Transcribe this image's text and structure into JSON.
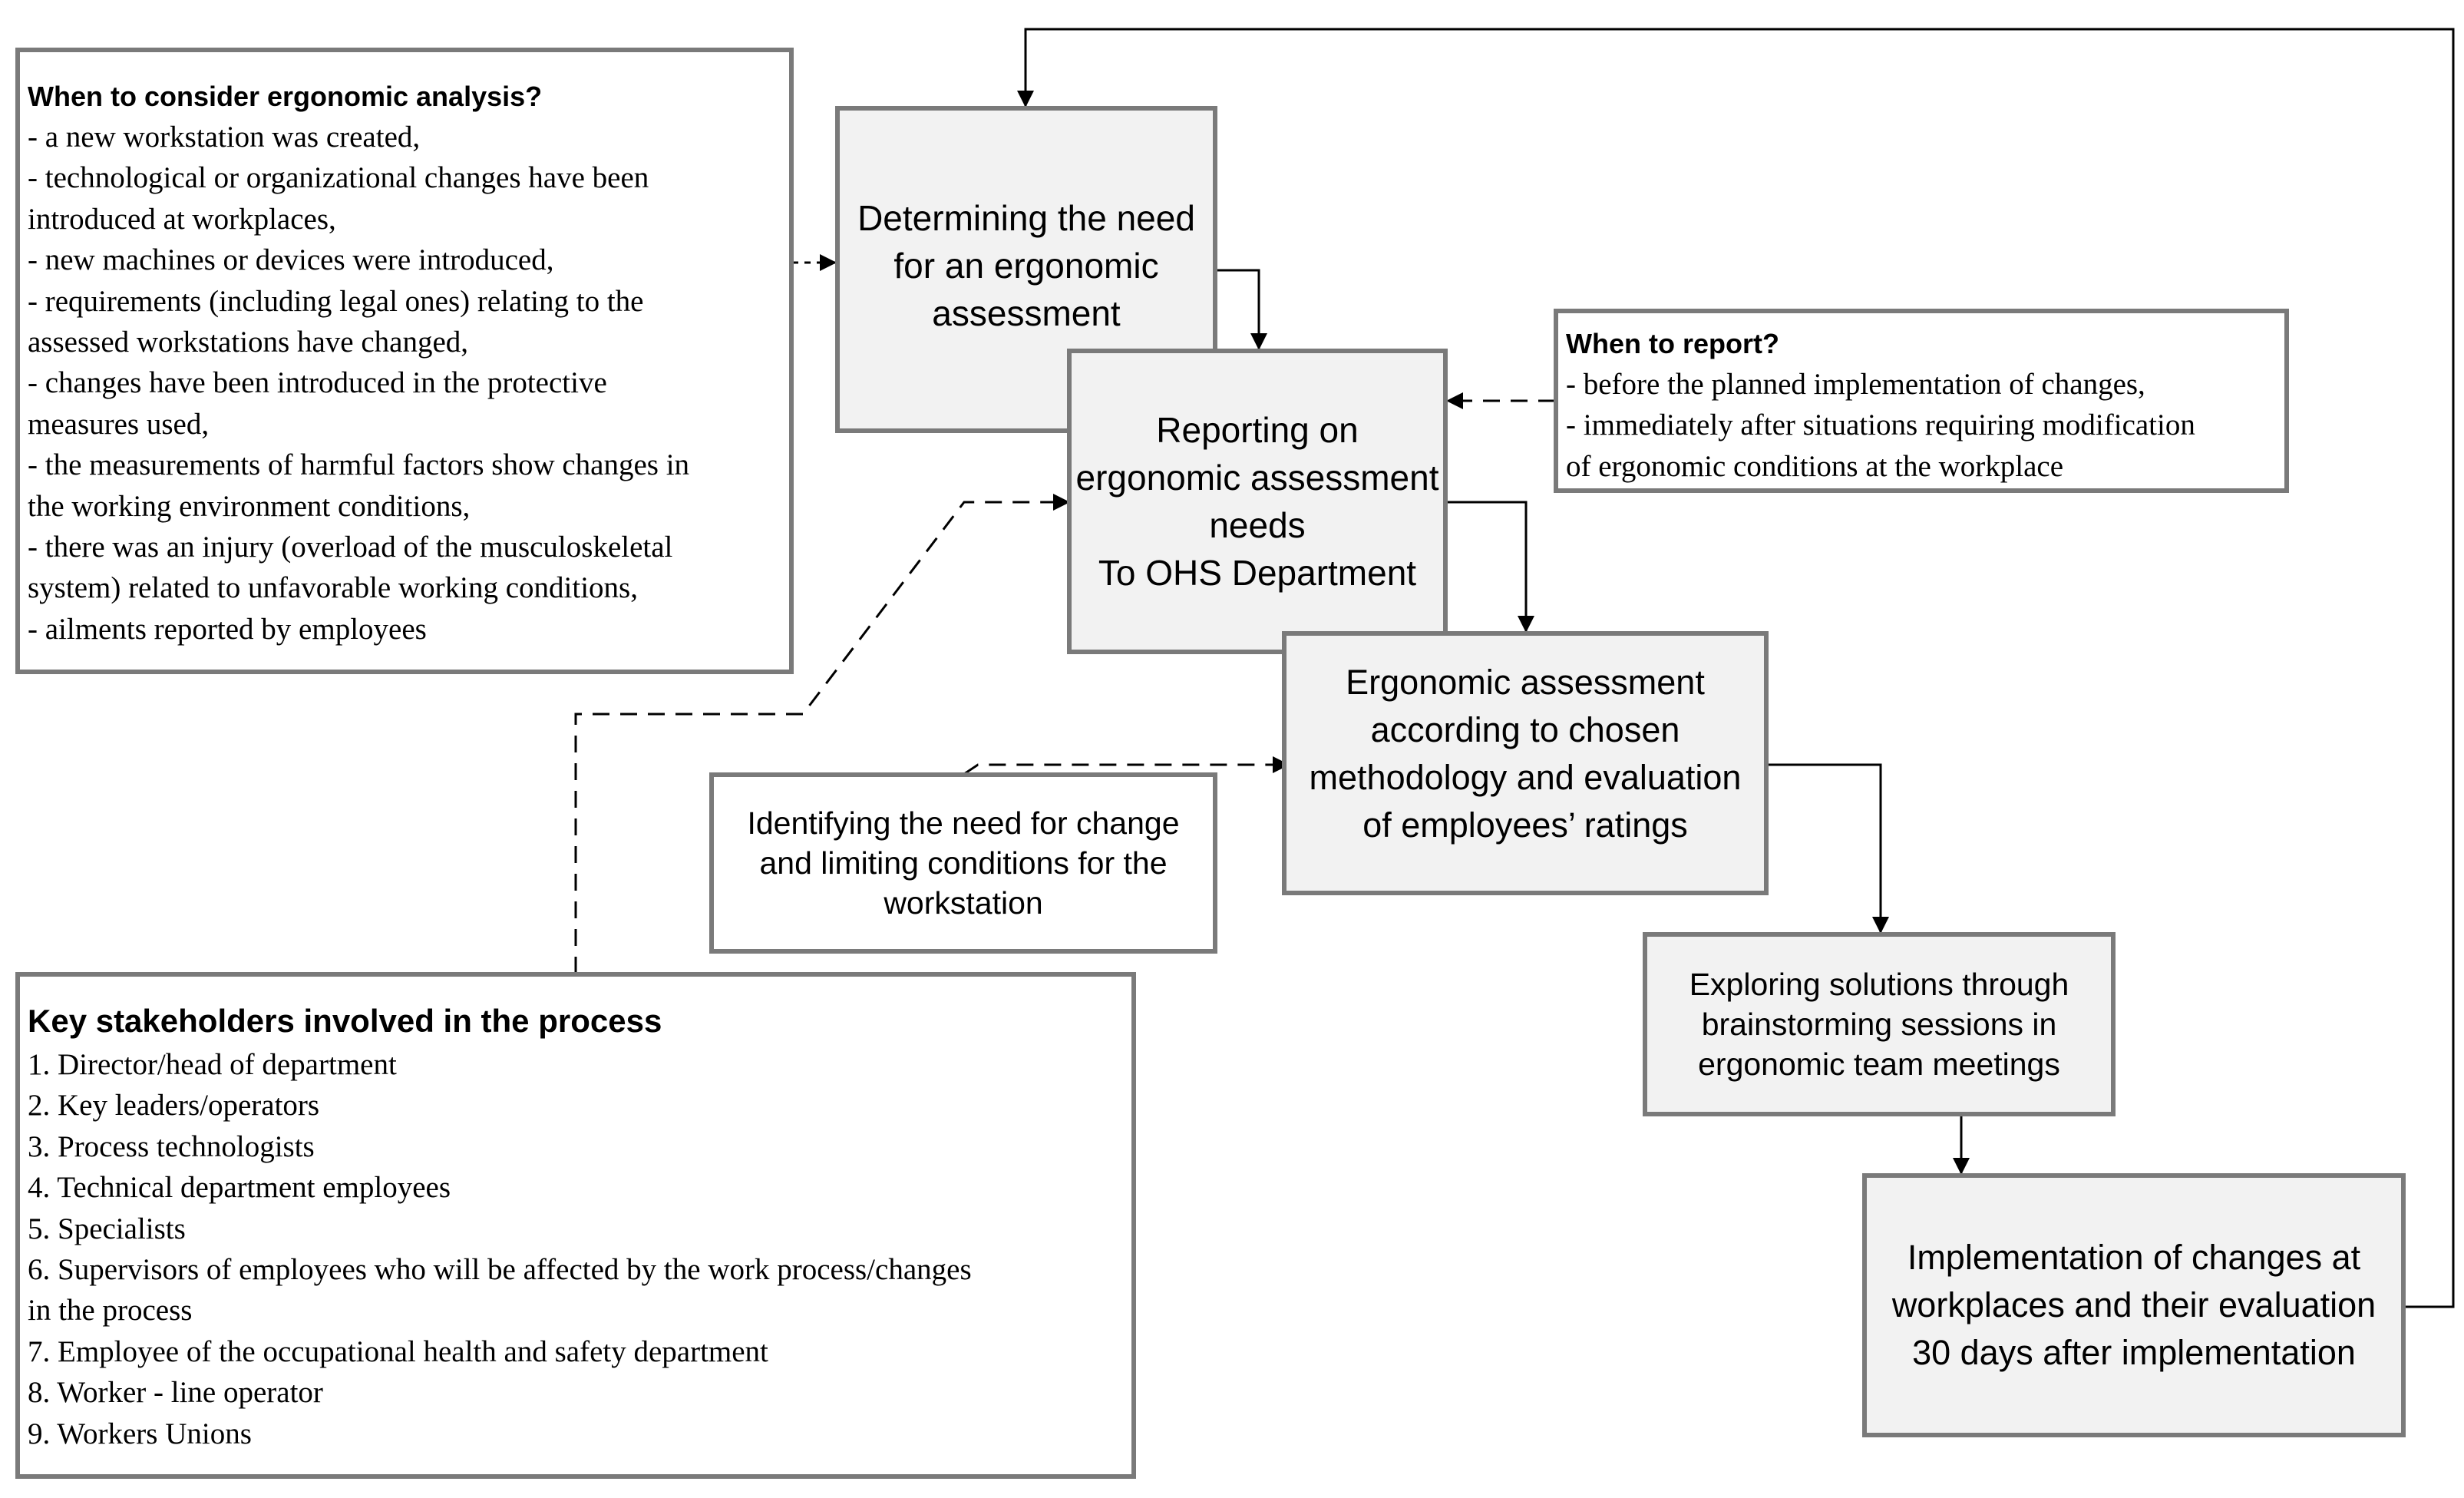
{
  "nodes": {
    "determining_need": {
      "lines": [
        "Determining the need",
        "for an ergonomic",
        "assessment"
      ]
    },
    "reporting": {
      "lines": [
        "Reporting on",
        "ergonomic assessment",
        "needs",
        "To OHS Department"
      ]
    },
    "assessment": {
      "lines": [
        "Ergonomic assessment",
        "according to chosen",
        "methodology and evaluation",
        "of employees’ ratings"
      ]
    },
    "identifying": {
      "lines": [
        "Identifying the need for change",
        "and limiting conditions for the",
        "workstation"
      ]
    },
    "exploring": {
      "lines": [
        "Exploring solutions through",
        "brainstorming sessions in",
        "ergonomic team meetings"
      ]
    },
    "implementation": {
      "lines": [
        "Implementation of changes at",
        "workplaces and their evaluation",
        "30 days after implementation"
      ]
    }
  },
  "when_to_consider": {
    "title": "When to consider ergonomic analysis?",
    "lines": [
      "- a new workstation was created,",
      "- technological or organizational changes have been",
      "introduced at workplaces,",
      "- new machines or devices were introduced,",
      "- requirements (including legal ones) relating to the",
      "assessed workstations have changed,",
      "- changes have been introduced in the protective",
      "measures used,",
      "- the measurements of harmful factors show changes in",
      "the working environment conditions,",
      "- there was an injury (overload of the musculoskeletal",
      "system) related to unfavorable working conditions,",
      "- ailments reported by employees"
    ]
  },
  "when_to_report": {
    "title": "When to report?",
    "lines": [
      "- before the planned implementation of changes,",
      "- immediately after situations requiring modification",
      "of ergonomic conditions at the workplace"
    ]
  },
  "stakeholders": {
    "title": "Key stakeholders involved in the process",
    "lines": [
      "1. Director/head of department",
      "2. Key leaders/operators",
      "3. Process technologists",
      "4. Technical department employees",
      "5. Specialists",
      "6. Supervisors of employees who will be affected by the work process/changes",
      "in the process",
      "7. Employee of the occupational health and safety department",
      "8. Worker - line operator",
      "9. Workers Unions"
    ]
  },
  "colors": {
    "border": "#7a7a7a",
    "process_fill": "#f2f2f2",
    "line": "#000000"
  }
}
